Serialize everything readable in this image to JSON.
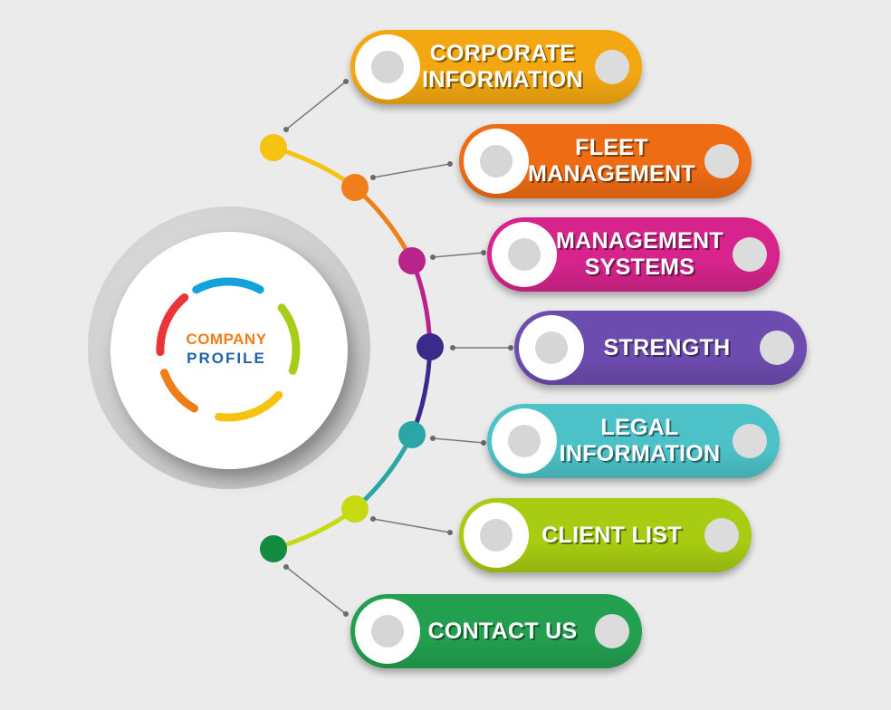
{
  "hub": {
    "line1": "COMPANY",
    "line2": "PROFILE"
  },
  "items": [
    {
      "label": "CORPORATE\nINFORMATION",
      "color": "#f3a812",
      "node_color": "#f6c310"
    },
    {
      "label": "FLEET\nMANAGEMENT",
      "color": "#ee6c14",
      "node_color": "#ef7f1a"
    },
    {
      "label": "MANAGEMENT\nSYSTEMS",
      "color": "#d6248c",
      "node_color": "#b8248a"
    },
    {
      "label": "STRENGTH",
      "color": "#6d4cb0",
      "node_color": "#3a2a8c"
    },
    {
      "label": "LEGAL\nINFORMATION",
      "color": "#4cc2c8",
      "node_color": "#2aa6a6"
    },
    {
      "label": "CLIENT LIST",
      "color": "#a8cc12",
      "node_color": "#c6da14"
    },
    {
      "label": "CONTACT US",
      "color": "#22a050",
      "node_color": "#138c40"
    }
  ],
  "ring_colors": [
    "#13a2dc",
    "#a8cc1a",
    "#f6c310",
    "#ef7d1a",
    "#e8343a"
  ]
}
